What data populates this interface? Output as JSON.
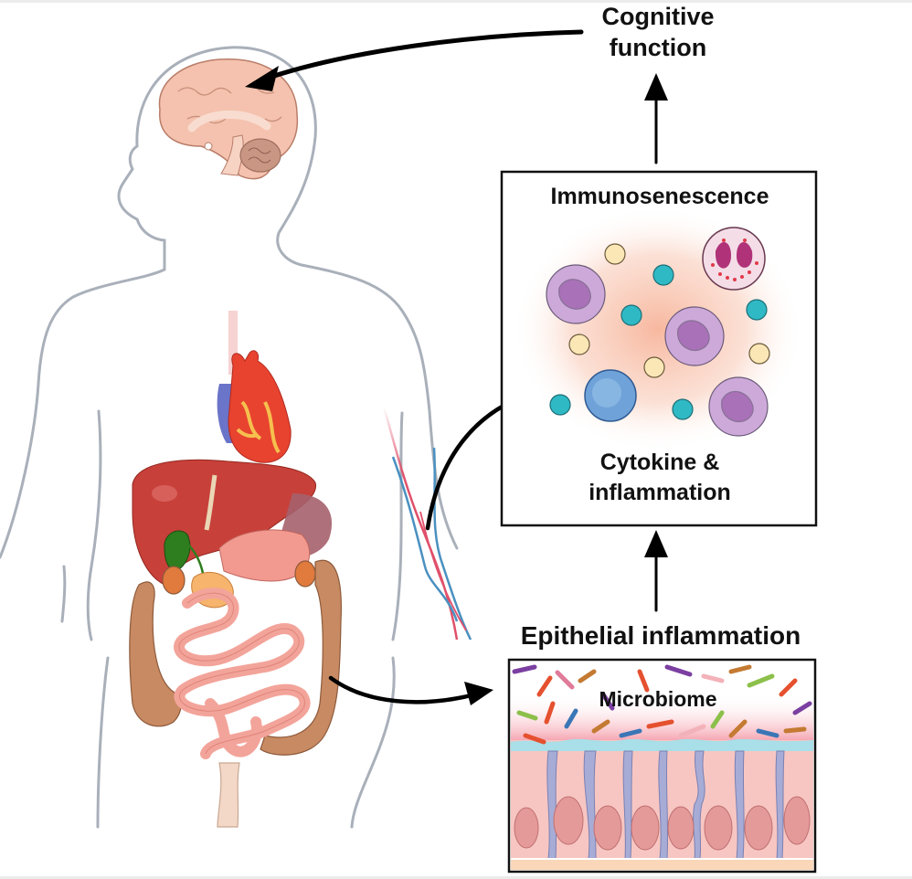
{
  "figure": {
    "labels": {
      "cognitive_function": "Cognitive function",
      "immunosenescence": "Immunosenescence",
      "cytokine_inflammation": "Cytokine & inflammation",
      "epithelial_inflammation": "Epithelial inflammation",
      "microbiome": "Microbiome"
    },
    "colors": {
      "body_outline": "#a9b0ba",
      "arrow": "#000000",
      "box_border": "#111111",
      "brain": "#f2c0ad",
      "liver": "#c9403a",
      "heart": "#e8432f",
      "colon": "#c88a62",
      "small_intestine": "#f3a49a",
      "gallbladder": "#2e7d1e",
      "artery": "#e0506a",
      "vein": "#4a90c0",
      "inflammation_glow": "#f7bfa8",
      "granulocyte": "#c9a6d6",
      "lymphocyte": "#6fa2d8",
      "eosinophil": "#b03278",
      "cytokine_teal": "#2fb9c4",
      "cytokine_cream": "#fbe7b6",
      "epithelium": "#f7c6c2",
      "tight_junction": "#a7acd6",
      "nucleus": "#e59a9a"
    }
  }
}
